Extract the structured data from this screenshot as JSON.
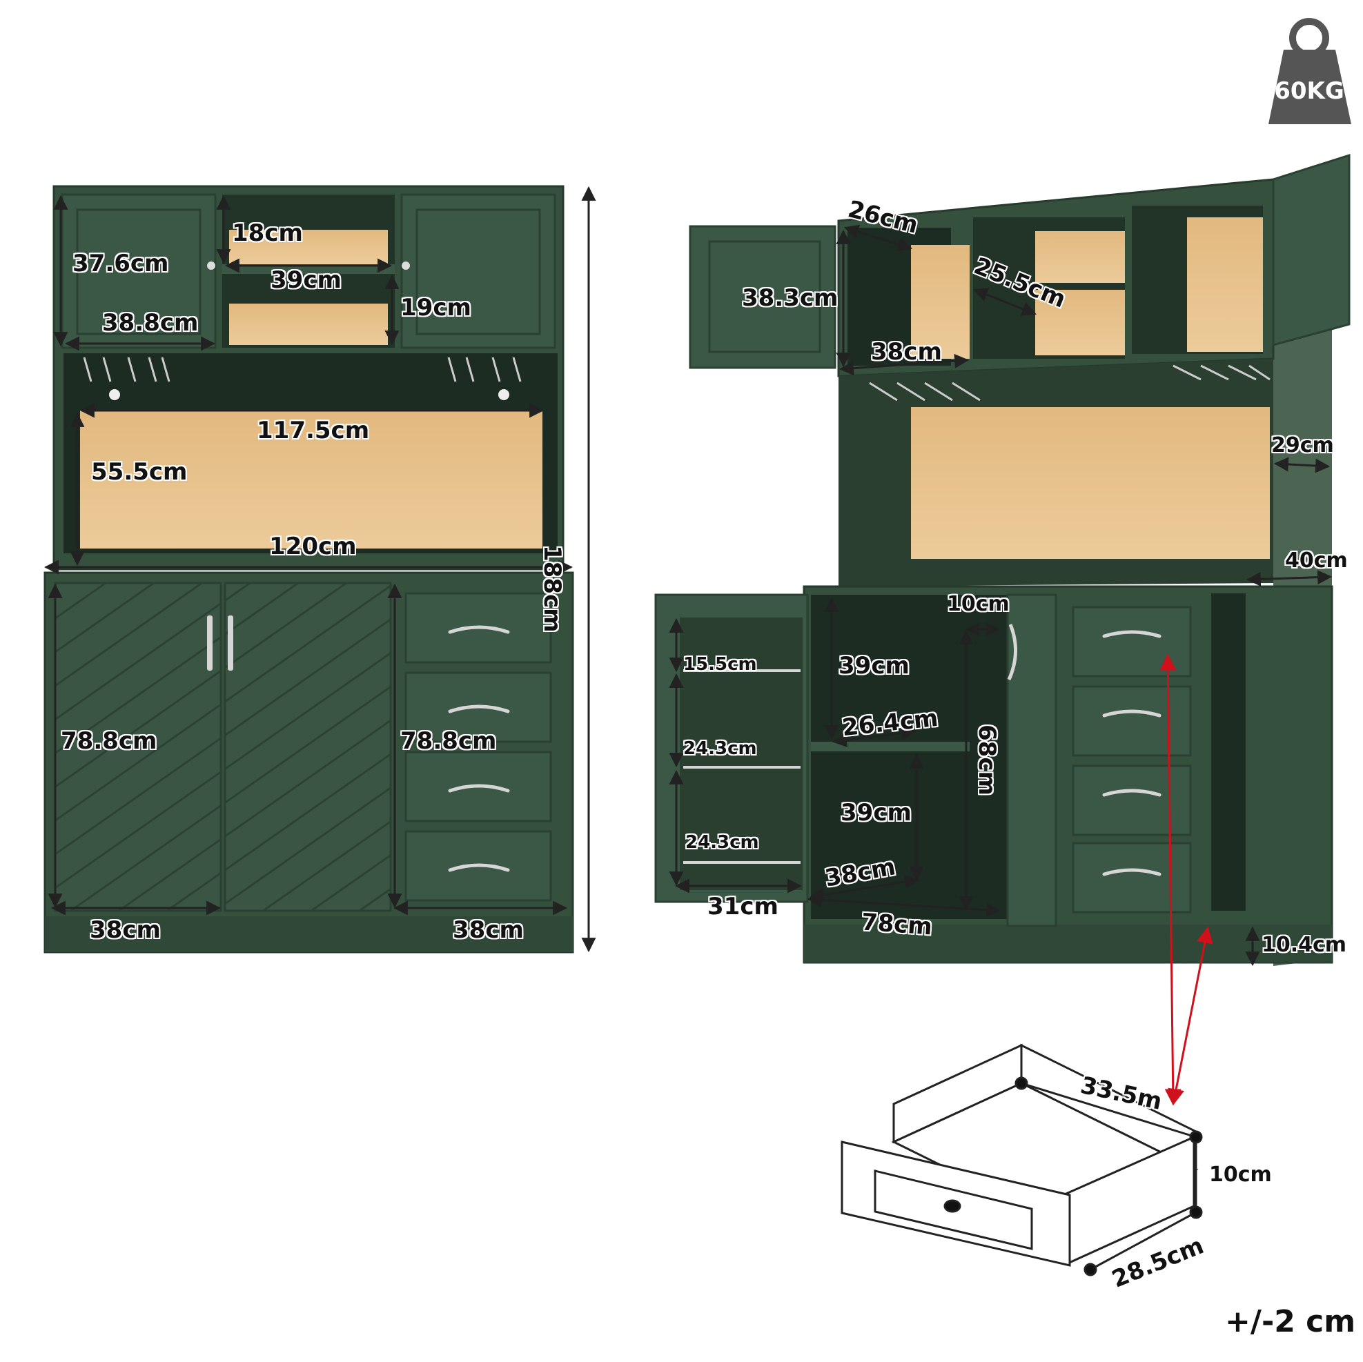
{
  "weight_badge": {
    "text": "60KG",
    "color": "#555555"
  },
  "colors": {
    "cabinet": "#36503e",
    "cabinet_dark": "#1f3328",
    "wood": "#e6c08a",
    "arrow": "#222222",
    "red": "#d0101a"
  },
  "front_view": {
    "labels": {
      "top_door_height": "37.6cm",
      "top_door_width": "38.8cm",
      "middle_shelf_upper": "18cm",
      "middle_shelf_width": "39cm",
      "middle_shelf_lower": "19cm",
      "open_shelf_width": "117.5cm",
      "open_shelf_height": "55.5cm",
      "total_width": "120cm",
      "total_height": "188cm",
      "left_door_height": "78.8cm",
      "drawer_stack_height": "78.8cm",
      "left_door_width": "38cm",
      "drawer_width": "38cm"
    }
  },
  "side_view": {
    "labels": {
      "top_depth": "26cm",
      "top_door_height": "38.3cm",
      "top_inner_width": "38cm",
      "top_compartment": "25.5cm",
      "side_depth_upper": "29cm",
      "side_depth_lower": "40cm",
      "door_shelf_1": "15.5cm",
      "door_shelf_2": "24.3cm",
      "door_shelf_3": "24.3cm",
      "door_width": "31cm",
      "inner_upper_height": "39cm",
      "inner_shelf_depth": "26.4cm",
      "inner_lower_height": "39cm",
      "inner_floor_depth": "38cm",
      "inner_gap": "10cm",
      "inner_total_height": "68cm",
      "inner_width": "78cm",
      "plinth_height": "10.4cm"
    }
  },
  "drawer_detail": {
    "labels": {
      "width": "33.5m",
      "height": "10cm",
      "depth": "28.5cm"
    }
  },
  "tolerance": "+/-2 cm"
}
